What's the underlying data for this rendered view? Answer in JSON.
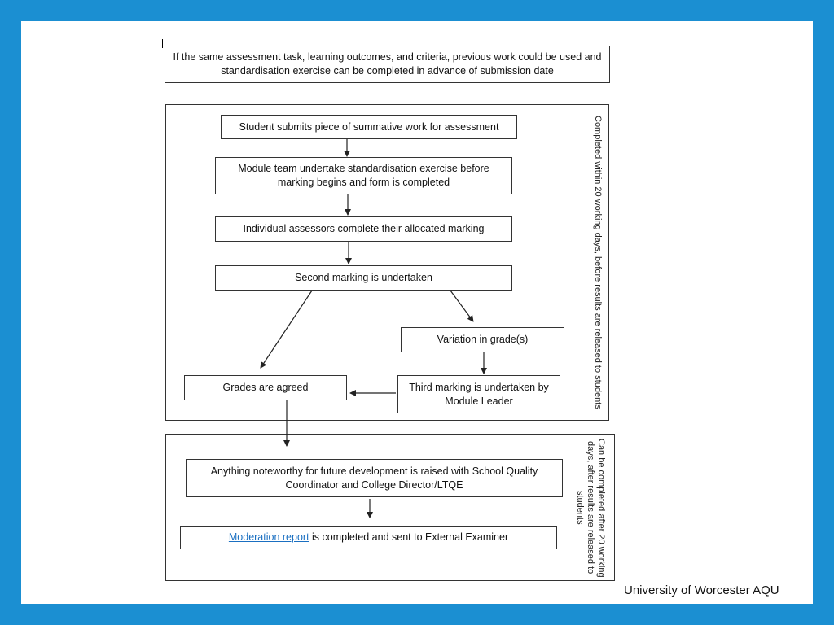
{
  "note": "If the same assessment task, learning outcomes, and criteria, previous work could be used and standardisation exercise can be completed in advance of submission date",
  "steps": {
    "submit": "Student submits piece of summative work for assessment",
    "standardisation": "Module team undertake standardisation exercise before marking begins and form is completed",
    "individual": "Individual assessors complete their allocated marking",
    "second": "Second marking is undertaken",
    "variation": "Variation in grade(s)",
    "agreed": "Grades are agreed",
    "third": "Third marking is undertaken by Module Leader",
    "noteworthy": "Anything noteworthy for future development is raised with School Quality Coordinator and College Director/LTQE",
    "moderation_link": "Moderation report",
    "moderation_rest": " is completed and sent to External Examiner"
  },
  "side_labels": {
    "within20": "Completed within 20 working days, before results are released to students",
    "after20": "Can be completed after 20 working days, after results are released to students"
  },
  "footer": "University of Worcester AQU"
}
